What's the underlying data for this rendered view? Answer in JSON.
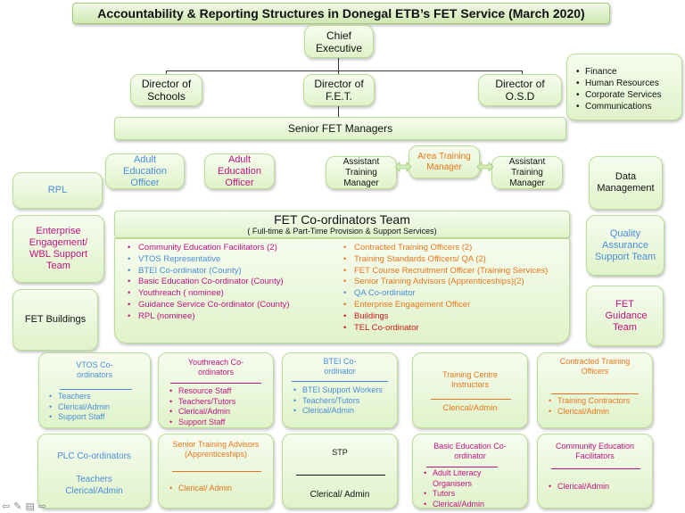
{
  "title": "Accountability & Reporting Structures in Donegal ETB’s FET Service (March 2020)",
  "chief": "Chief Executive",
  "directors": {
    "schools": "Director of Schools",
    "fet": "Director of F.E.T.",
    "osd": "Director of O.S.D"
  },
  "osd_functions": [
    "Finance",
    "Human Resources",
    "Corporate Services",
    "Communications"
  ],
  "senior_managers": "Senior FET Managers",
  "adult_ed_officer_1": "Adult Education Officer",
  "adult_ed_officer_2": "Adult Education Officer",
  "atm_left": "Assistant Training Manager",
  "atm_center": "Area Training Manager",
  "atm_right": "Assistant Training Manager",
  "data_management": "Data Management",
  "rpl": "RPL",
  "enterprise": "Enterprise Engagement/ WBL Support Team",
  "fet_buildings": "FET Buildings",
  "quality": "Quality Assurance Support Team",
  "fet_guidance": "FET Guidance Team",
  "coord_team": {
    "title": "FET Co-ordinators Team",
    "subtitle": "( Full-time & Part-Time Provision & Support Services)",
    "left": [
      {
        "text": "Community Education Facilitators (2)",
        "color": "magenta"
      },
      {
        "text": "VTOS Representative",
        "color": "blue"
      },
      {
        "text": "BTEI Co-ordinator (County)",
        "color": "blue"
      },
      {
        "text": "Basic Education Co-ordinator (County)",
        "color": "magenta"
      },
      {
        "text": "Youthreach ( nominee)",
        "color": "magenta"
      },
      {
        "text": "Guidance Service Co-ordinator (County)",
        "color": "magenta"
      },
      {
        "text": "RPL (nominee)",
        "color": "magenta"
      }
    ],
    "right": [
      {
        "text": "Contracted Training Officers (2)",
        "color": "orange"
      },
      {
        "text": "Training Standards Officers/ QA  (2)",
        "color": "orange"
      },
      {
        "text": "FET Course Recruitment Officer (Training Services)",
        "color": "orange"
      },
      {
        "text": "Senior Training Advisors (Apprenticeships)(2)",
        "color": "orange"
      },
      {
        "text": "QA Co-ordinator",
        "color": "blue"
      },
      {
        "text": "Enterprise Engagement Officer",
        "color": "orange"
      },
      {
        "text": "Buildings",
        "color": "red"
      },
      {
        "text": "TEL Co-ordinator",
        "color": "red"
      }
    ]
  },
  "row1": {
    "vtos": {
      "title": "VTOS Co-ordinators",
      "items": [
        "Teachers",
        "Clerical/Admin",
        "Support Staff"
      ]
    },
    "youthreach": {
      "title": "Youthreach Co-ordinators",
      "items": [
        "Resource Staff",
        "Teachers/Tutors",
        "Clerical/Admin",
        "Support Staff"
      ]
    },
    "btei": {
      "title": "BTEI Co-ordinator",
      "items": [
        "BTEI Support Workers",
        "Teachers/Tutors",
        "Clerical/Admin"
      ]
    },
    "tci": {
      "title": "Training Centre Instructors",
      "sub": "Clerical/Admin"
    },
    "cto": {
      "title": "Contracted Training Officers",
      "items": [
        "Training Contractors",
        "Clerical/Admin"
      ]
    }
  },
  "row2": {
    "plc": {
      "title": "PLC Co-ordinators",
      "sub1": "Teachers",
      "sub2": "Clerical/Admin"
    },
    "sta": {
      "title": "Senior Training Advisors (Apprenticeships)",
      "items": [
        "Clerical/ Admin"
      ]
    },
    "stp": {
      "title": "STP",
      "sub": "Clerical/ Admin"
    },
    "basic": {
      "title": "Basic Education Co-ordinator",
      "items": [
        "Adult Literacy Organisers",
        "Tutors",
        "Clerical/Admin"
      ]
    },
    "community": {
      "title": "Community Education Facilitators",
      "items": [
        "Clerical/Admin"
      ]
    }
  }
}
